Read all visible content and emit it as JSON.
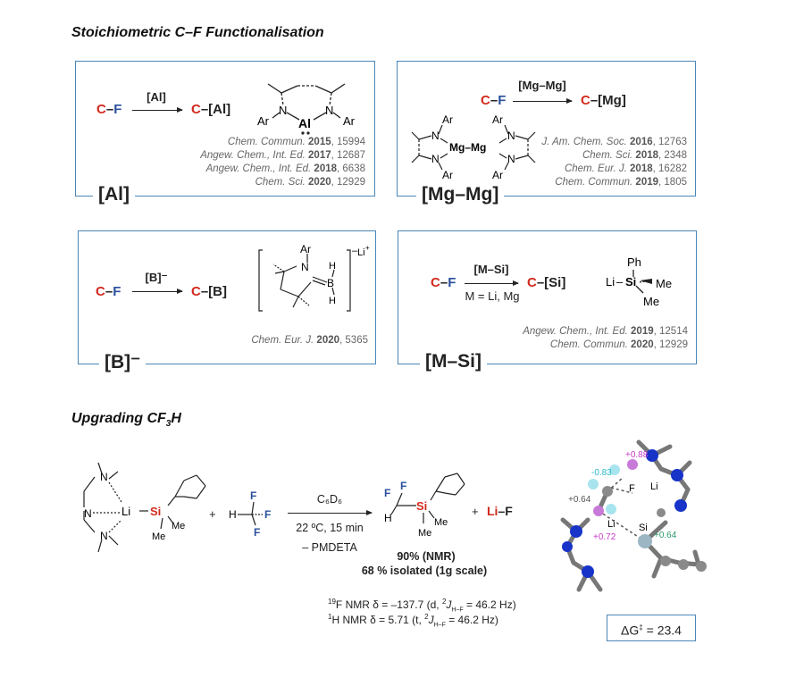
{
  "headings": {
    "section1": "Stoichiometric C–F Functionalisation",
    "section2": "Upgrading CF₃H"
  },
  "panels": {
    "al": {
      "label": "[Al]",
      "substrate": {
        "c": "C",
        "dash": "–",
        "f": "F"
      },
      "reagent": "[Al]",
      "product": {
        "c": "C",
        "rest": "–[Al]"
      },
      "refs": [
        {
          "journal": "Chem. Commun.",
          "year": "2015",
          "page": ", 15994"
        },
        {
          "journal": "Angew. Chem., Int. Ed.",
          "year": "2017",
          "page": ", 12687"
        },
        {
          "journal": "Angew. Chem., Int. Ed.",
          "year": "2018",
          "page": ", 6638"
        },
        {
          "journal": "Chem. Sci.",
          "year": "2020",
          "page": ", 12929"
        }
      ],
      "structure": {
        "ar1": "Ar",
        "ar2": "Ar",
        "n1": "N",
        "n2": "N",
        "al": "Al"
      }
    },
    "mg": {
      "label": "[Mg–Mg]",
      "substrate": {
        "c": "C",
        "dash": "–",
        "f": "F"
      },
      "reagent": "[Mg–Mg]",
      "product": {
        "c": "C",
        "rest": "–[Mg]"
      },
      "refs": [
        {
          "journal": "J. Am. Chem. Soc.",
          "year": "2016",
          "page": ", 12763"
        },
        {
          "journal": "Chem. Sci.",
          "year": "2018",
          "page": ", 2348"
        },
        {
          "journal": "Chem. Eur. J.",
          "year": "2018",
          "page": ", 16282"
        },
        {
          "journal": "Chem. Commun.",
          "year": "2019",
          "page": ", 1805"
        }
      ],
      "structure": {
        "ar": "Ar",
        "n": "N",
        "mg": "Mg",
        "mgmg": "Mg–Mg"
      }
    },
    "b": {
      "label": "[B]⁻",
      "substrate": {
        "c": "C",
        "dash": "–",
        "f": "F"
      },
      "reagent": "[B]⁻",
      "product": {
        "c": "C",
        "rest": "–[B]"
      },
      "refs": [
        {
          "journal": "Chem. Eur. J.",
          "year": "2020",
          "page": ", 5365"
        }
      ],
      "structure": {
        "ar": "Ar",
        "n": "N",
        "b": "B",
        "h": "H",
        "charge": "–",
        "li": "Li",
        "plus": "+"
      }
    },
    "si": {
      "label": "[M–Si]",
      "substrate": {
        "c": "C",
        "dash": "–",
        "f": "F"
      },
      "reagent": "[M–Si]",
      "condition": "M = Li, Mg",
      "product": {
        "c": "C",
        "rest": "–[Si]"
      },
      "refs": [
        {
          "journal": "Angew. Chem., Int. Ed.",
          "year": "2019",
          "page": ", 12514"
        },
        {
          "journal": "Chem. Commun.",
          "year": "2020",
          "page": ", 12929"
        }
      ],
      "structure": {
        "ph": "Ph",
        "li": "Li",
        "si": "Si",
        "me1": "Me",
        "me2": "Me"
      }
    }
  },
  "reaction": {
    "reagent1": {
      "n": "N",
      "li": "Li",
      "si": "Si",
      "me1": "Me",
      "me2": "Me"
    },
    "plus1": "+",
    "cf3h": {
      "h": "H",
      "f": "F"
    },
    "conditions": [
      "C₆D₆",
      "22 ºC, 15 min",
      "– PMDETA"
    ],
    "product": {
      "h": "H",
      "f": "F",
      "si": "Si",
      "me1": "Me",
      "me2": "Me"
    },
    "plus2": "+",
    "lif": {
      "li": "Li",
      "dash": "–",
      "f": "F"
    },
    "yield_nmr": "90% (NMR)",
    "yield_isolated": "68 % isolated (1g scale)",
    "nmr": {
      "f": {
        "iso": "19",
        "text1": "F NMR δ = –137.7 (d, ",
        "sup": "2",
        "j": "J",
        "sub": "H–F",
        "text2": " = 46.2 Hz)"
      },
      "h": {
        "iso": "1",
        "text1": "H NMR δ = 5.71 (t, ",
        "sup": "2",
        "j": "J",
        "sub": "H–F",
        "text2": " = 46.2 Hz)"
      }
    }
  },
  "ts": {
    "charges": [
      "-0.83",
      "+0.88",
      "+0.64",
      "+0.64",
      "+0.72"
    ],
    "atoms": [
      "F",
      "Li",
      "Li",
      "Si"
    ],
    "dg_prefix": "ΔG",
    "dg_dagger": "‡",
    "dg_value": " = 23.4"
  },
  "colors": {
    "panel_border": "#4a86b8",
    "carbon_red": "#d22a1e",
    "fluorine_blue": "#2a4f9c",
    "si_red": "#d22a1e",
    "n_ball": "#1733c8",
    "c_ball": "#8a8a8a",
    "f_ball": "#a8e4ee",
    "li_ball": "#c87ad8",
    "si_ball": "#9cb6c4",
    "charge_cyan": "#29b9c9",
    "charge_magenta": "#c83cc8",
    "charge_green": "#2a9a6a"
  }
}
